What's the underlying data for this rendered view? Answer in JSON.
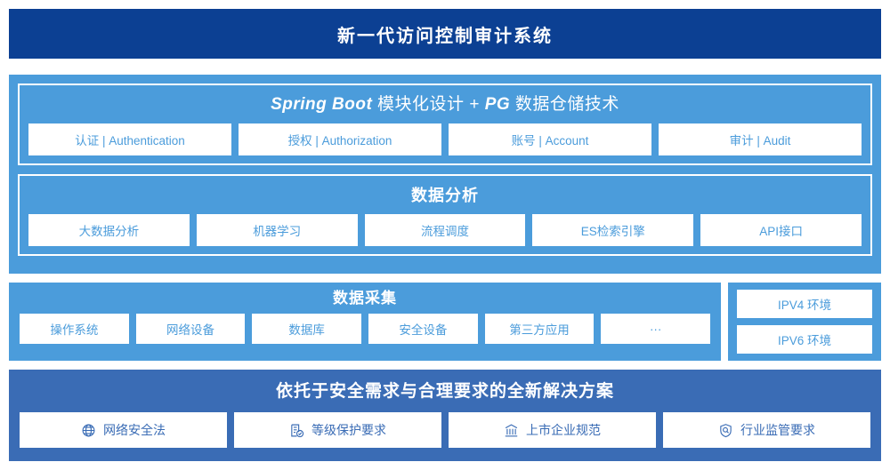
{
  "header": {
    "title": "新一代访问控制审计系统",
    "background": "#0c4093"
  },
  "colors": {
    "header_blue": "#0c4093",
    "panel_light_blue": "#4b9cdb",
    "panel_mid_blue": "#3a6cb5",
    "chip_white": "#ffffff",
    "chip_text_light": "#4b9cdb",
    "chip_text_mid": "#3a6cb5"
  },
  "architecture": {
    "springboot": {
      "title_latin_1": "Spring Boot",
      "title_cn_1": " 模块化设计 + ",
      "title_latin_2": "PG",
      "title_cn_2": " 数据仓储技术",
      "title_full": "Spring Boot 模块化设计 + PG 数据仓储技术",
      "chips": [
        {
          "label": "认证 | Authentication"
        },
        {
          "label": "授权 | Authorization"
        },
        {
          "label": "账号 | Account"
        },
        {
          "label": "审计 | Audit"
        }
      ]
    },
    "analysis": {
      "title": "数据分析",
      "chips": [
        {
          "label": "大数据分析"
        },
        {
          "label": "机器学习"
        },
        {
          "label": "流程调度"
        },
        {
          "label": "ES检索引擎"
        },
        {
          "label": "API接口"
        }
      ]
    }
  },
  "collection": {
    "title": "数据采集",
    "chips": [
      {
        "label": "操作系统"
      },
      {
        "label": "网络设备"
      },
      {
        "label": "数据库"
      },
      {
        "label": "安全设备"
      },
      {
        "label": "第三方应用"
      },
      {
        "label": "···"
      }
    ]
  },
  "ip_environment": {
    "chips": [
      {
        "label": "IPV4 环境"
      },
      {
        "label": "IPV6 环境"
      }
    ]
  },
  "compliance": {
    "title": "依托于安全需求与合理要求的全新解决方案",
    "chips": [
      {
        "label": "网络安全法",
        "icon": "globe-icon"
      },
      {
        "label": "等级保护要求",
        "icon": "document-check-icon"
      },
      {
        "label": "上市企业规范",
        "icon": "bank-icon"
      },
      {
        "label": "行业监管要求",
        "icon": "shield-search-icon"
      }
    ]
  }
}
